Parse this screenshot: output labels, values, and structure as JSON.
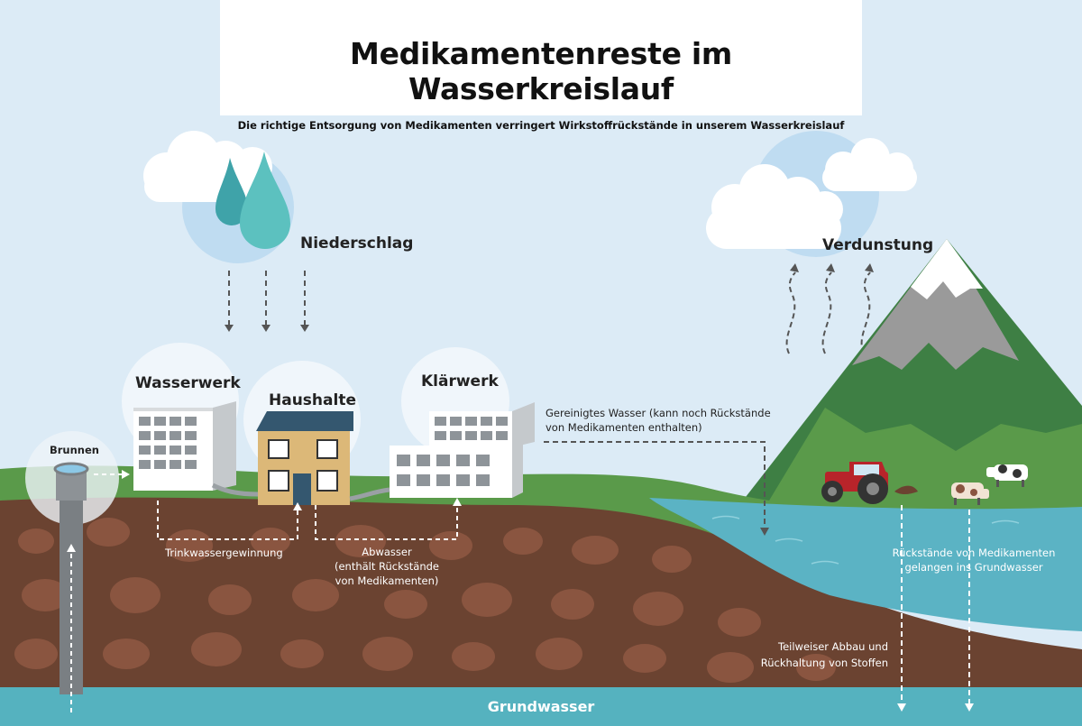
{
  "header": {
    "title": "Medikamentenreste im Wasserkreislauf",
    "subtitle": "Die richtige Entsorgung von Medikamenten verringert Wirkstoffrückstände in unserem Wasserkreislauf"
  },
  "labels": {
    "niederschlag": "Niederschlag",
    "verdunstung": "Verdunstung",
    "wasserwerk": "Wasserwerk",
    "haushalte": "Haushalte",
    "klaerwerk": "Klärwerk",
    "brunnen": "Brunnen",
    "gereinigt_1": "Gereinigtes Wasser (kann noch Rückstände",
    "gereinigt_2": "von Medikamenten enthalten)",
    "trinkwasser": "Trinkwassergewinnung",
    "abwasser_1": "Abwasser",
    "abwasser_2": "(enthält Rückstände",
    "abwasser_3": "von Medikamenten)",
    "rueckstaende_1": "Rückstände von Medikamenten",
    "rueckstaende_2": "gelangen ins Grundwasser",
    "abbau_1": "Teilweiser Abbau und",
    "abbau_2": "Rückhaltung von Stoffen",
    "grundwasser": "Grundwasser"
  },
  "icons": [
    "cloud-icon",
    "water-drop-icon",
    "building-icon",
    "house-icon",
    "tractor-icon",
    "cow-icon",
    "well-icon",
    "mountain-icon"
  ],
  "colors": {
    "sky": "#dcebf6",
    "soil": "#6b4331",
    "stone": "#8a5540",
    "grass": "#5a9a4a",
    "water": "#5bb3c4",
    "groundwater": "#55b2bf",
    "title_bg": "#ffffff"
  }
}
